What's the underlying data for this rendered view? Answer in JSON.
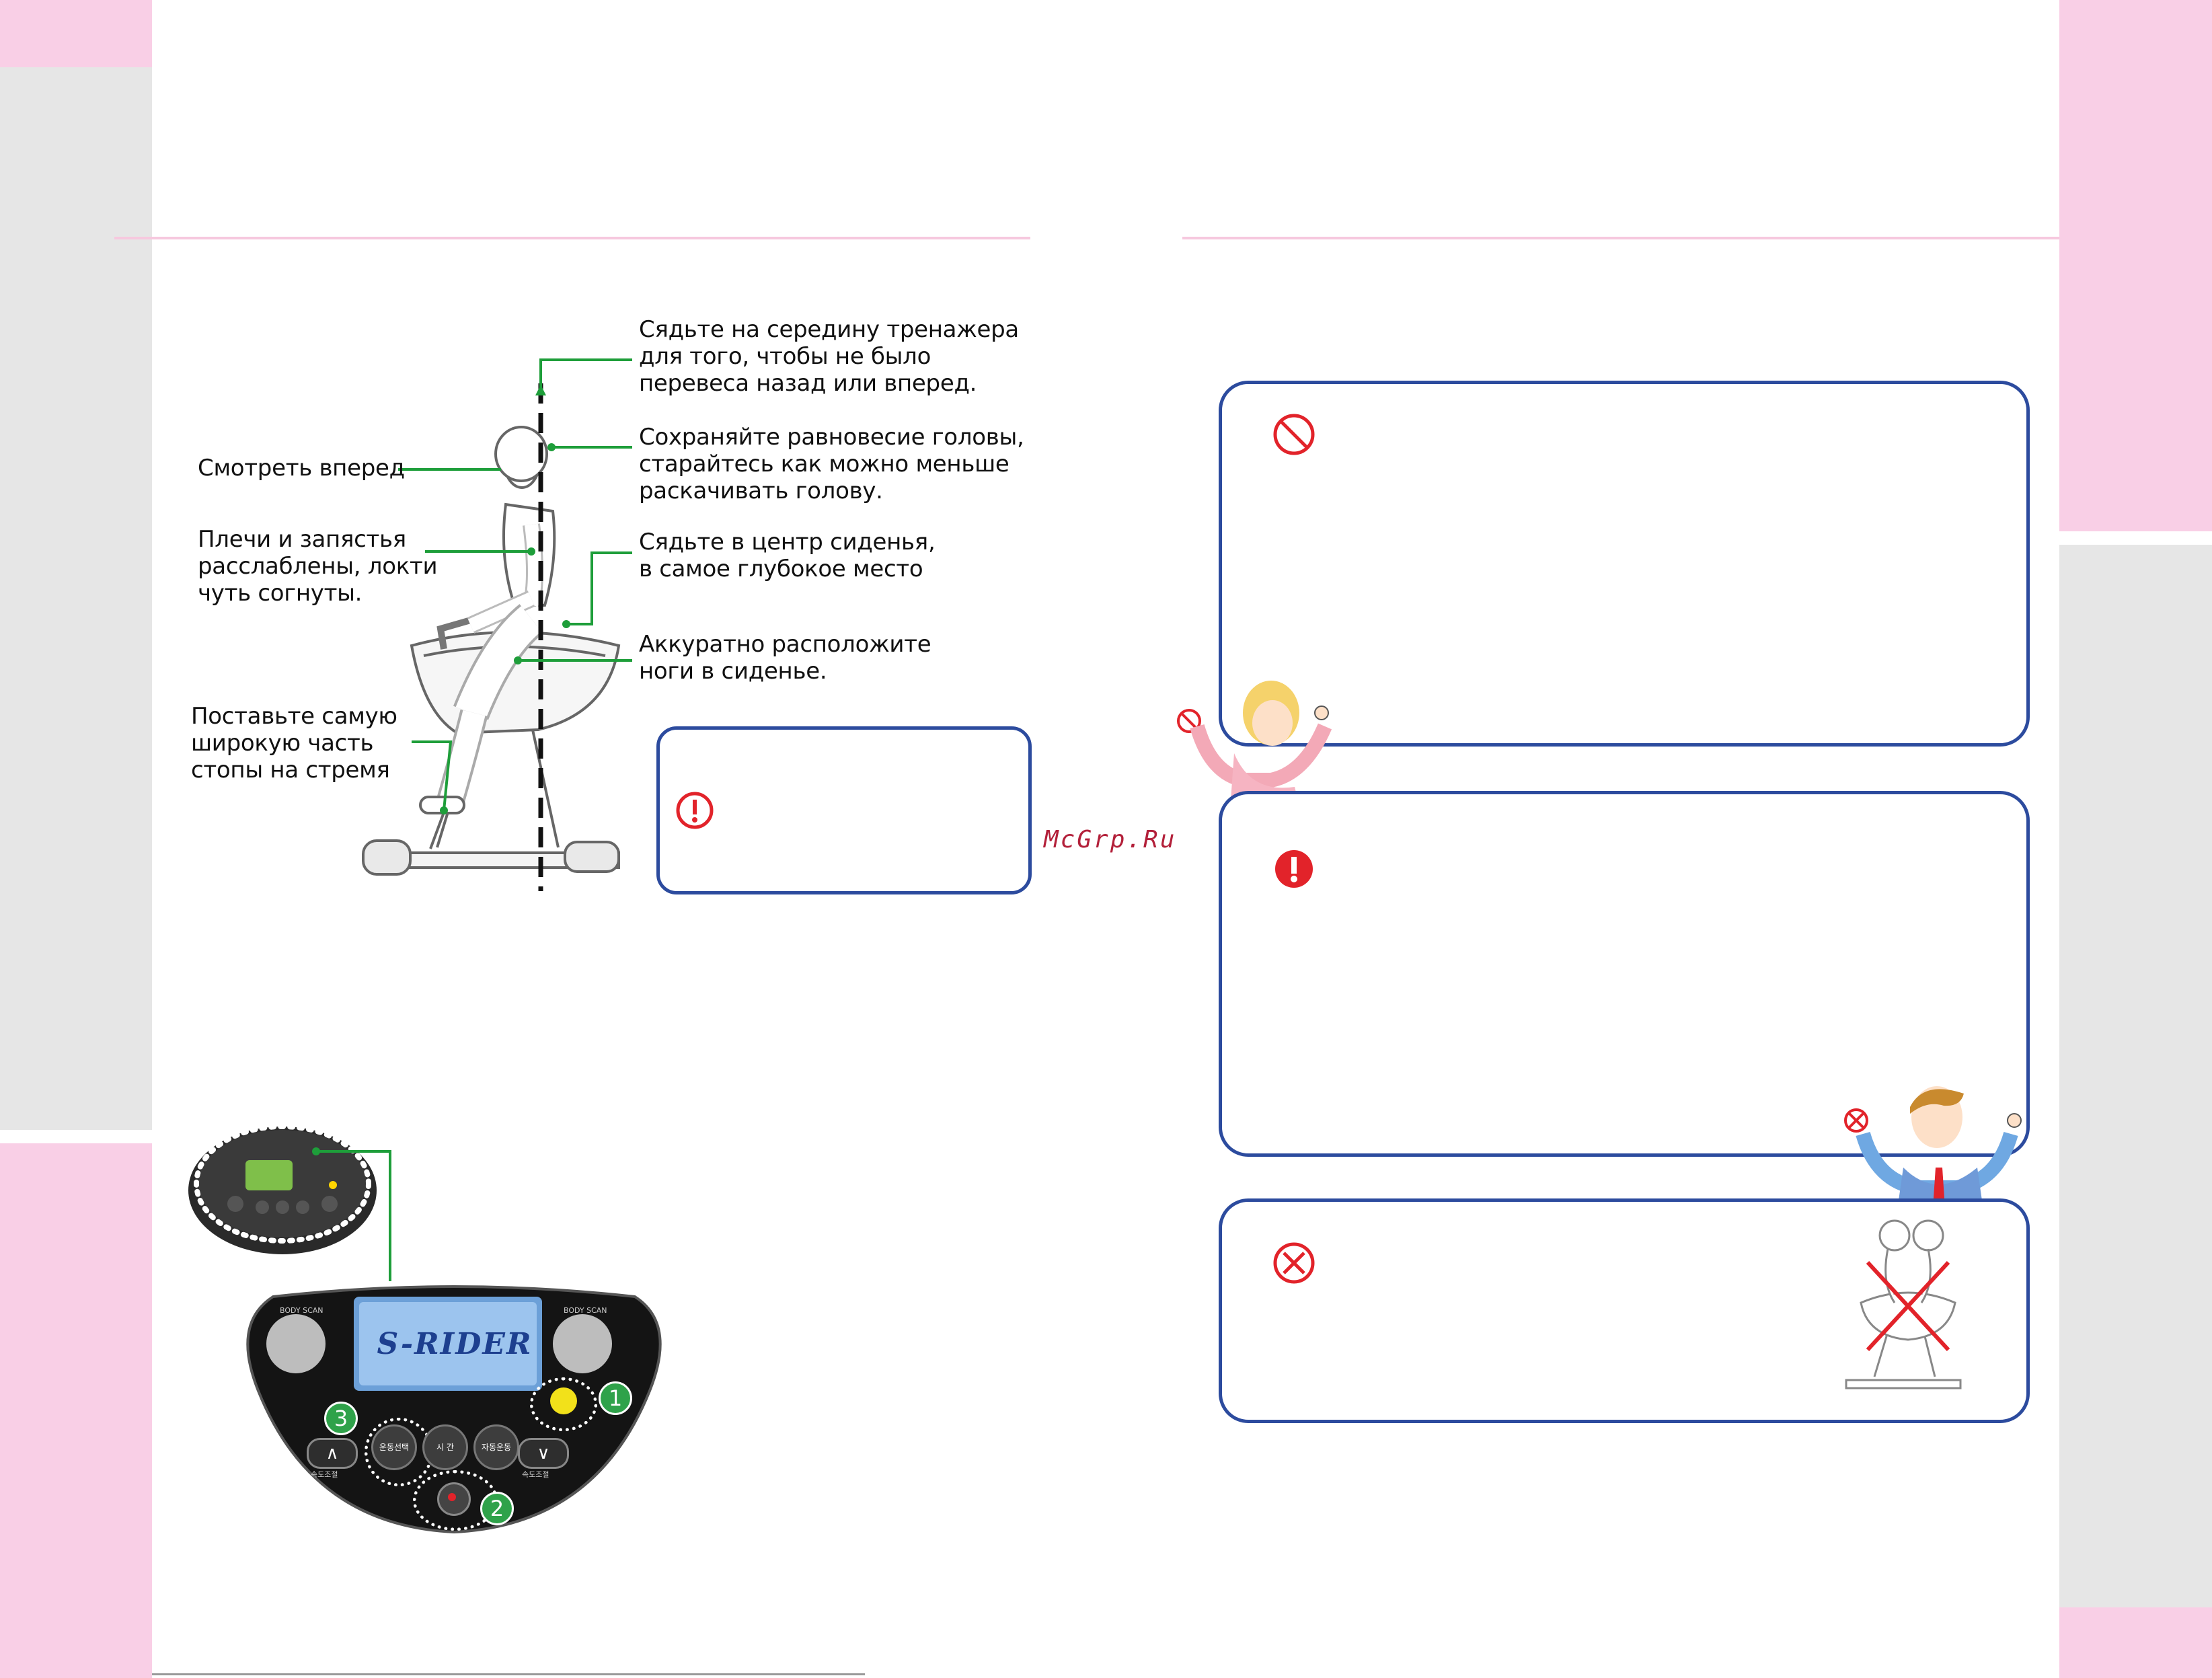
{
  "page": {
    "watermark": "McGrp.Ru"
  },
  "posture_diagram": {
    "labels": {
      "center": "Сядьте на середину тренажера\nдля того, чтобы не было\nперевеса назад или вперед.",
      "head_balance": "Сохраняйте равновесие головы,\nстарайтесь  как можно меньше\nраскачивать голову.",
      "look_forward": "Смотреть вперед",
      "shoulders": "Плечи и запястья\nрасслаблены, локти\nчуть согнуты.",
      "seat_center": "Сядьте в центр сиденья,\nв самое глубокое место",
      "legs": "Аккуратно расположите\nноги в сиденье.",
      "feet": "Поставьте самую\nширокую часть\nстопы на стремя"
    }
  },
  "control_panel": {
    "logo_text": "S-RIDER",
    "top_left_button_label": "BODY SCAN",
    "top_right_button_label": "BODY SCAN",
    "callouts": [
      "1",
      "2",
      "3"
    ],
    "mode_buttons": [
      "운동선택",
      "시 간",
      "자동운동"
    ],
    "speed_down": "∧",
    "speed_up": "∨",
    "speed_label_left": "속도조절",
    "speed_label_right": "속도조절"
  },
  "icons": {
    "prohibit": "prohibit-icon",
    "warning": "exclamation-icon",
    "forbidden_x": "forbidden-x-icon"
  },
  "colors": {
    "pink_band": "#f9cfe6",
    "gray_band": "#e6e6e6",
    "box_border": "#2c4b9e",
    "callout_green": "#2fa24a",
    "leader_green": "#1e9e3a",
    "warning_red": "#e2232a"
  }
}
